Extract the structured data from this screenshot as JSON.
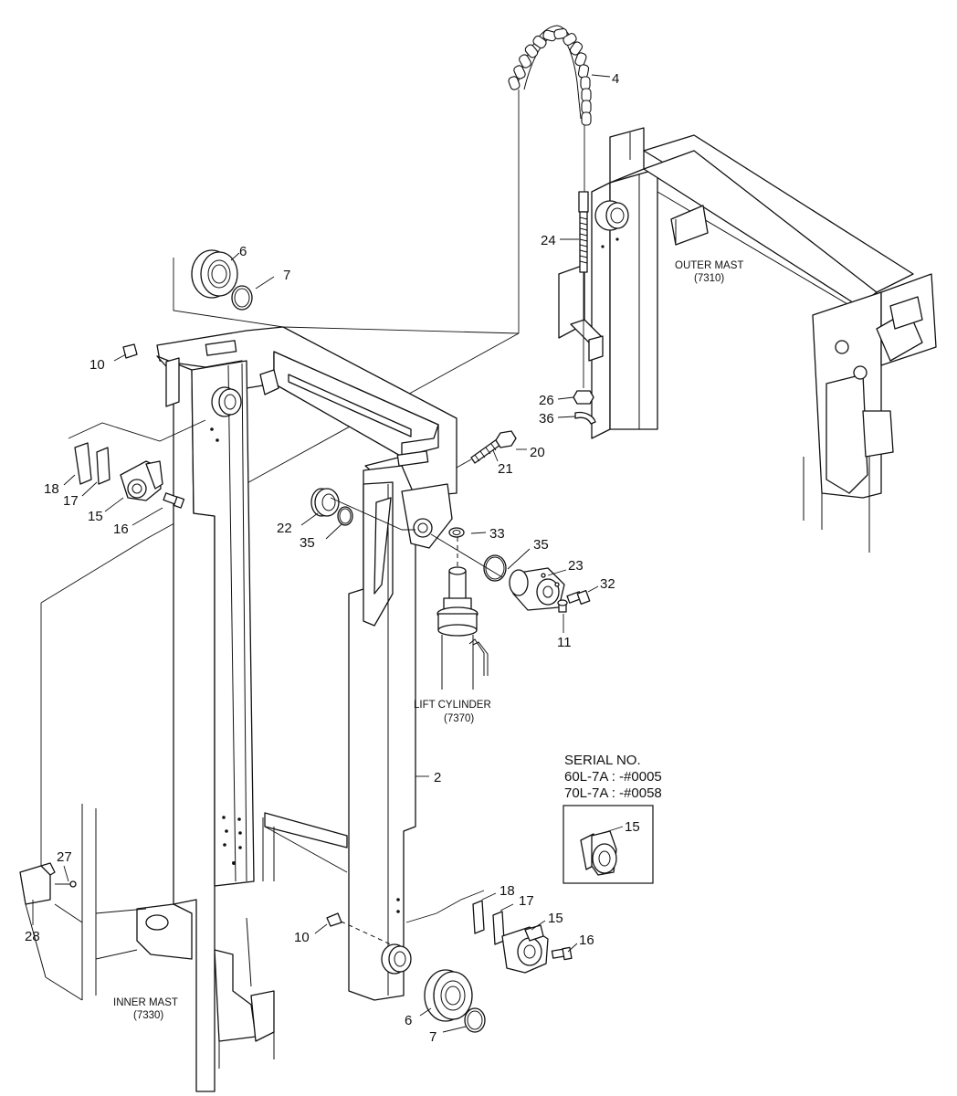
{
  "labels": {
    "outer_mast": "OUTER MAST",
    "outer_mast_code": "(7310)",
    "inner_mast": "INNER MAST",
    "inner_mast_code": "(7330)",
    "lift_cylinder": "LIFT CYLINDER",
    "lift_cylinder_code": "(7370)"
  },
  "serial": {
    "title": "SERIAL NO.",
    "line1": "60L-7A : -#0005",
    "line2": "70L-7A : -#0058",
    "inset_part": "15"
  },
  "callouts": {
    "c2": "2",
    "c4": "4",
    "c6_top": "6",
    "c6_bottom": "6",
    "c7_top": "7",
    "c7_bottom": "7",
    "c10_top": "10",
    "c10_bottom": "10",
    "c11": "11",
    "c15_left": "15",
    "c15_bottom": "15",
    "c16_left": "16",
    "c16_bottom": "16",
    "c17_left": "17",
    "c17_bottom": "17",
    "c18_left": "18",
    "c18_bottom": "18",
    "c20": "20",
    "c21": "21",
    "c22": "22",
    "c23": "23",
    "c24": "24",
    "c26": "26",
    "c27": "27",
    "c28": "28",
    "c32": "32",
    "c33": "33",
    "c35_left": "35",
    "c35_right": "35",
    "c36": "36"
  }
}
